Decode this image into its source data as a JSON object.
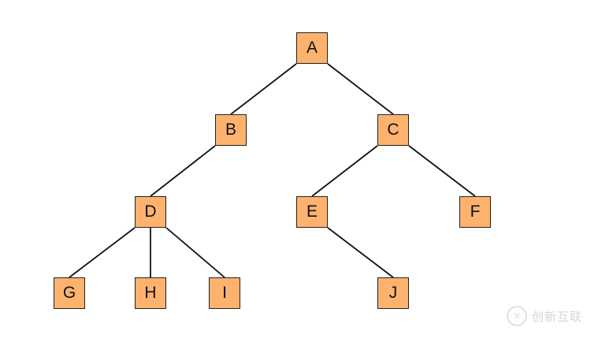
{
  "tree": {
    "node_fill": "#FDB26E",
    "node_border": "#222222",
    "nodes": [
      {
        "id": "A",
        "label": "A"
      },
      {
        "id": "B",
        "label": "B"
      },
      {
        "id": "C",
        "label": "C"
      },
      {
        "id": "D",
        "label": "D"
      },
      {
        "id": "E",
        "label": "E"
      },
      {
        "id": "F",
        "label": "F"
      },
      {
        "id": "G",
        "label": "G"
      },
      {
        "id": "H",
        "label": "H"
      },
      {
        "id": "I",
        "label": "I"
      },
      {
        "id": "J",
        "label": "J"
      }
    ],
    "edges": [
      [
        "A",
        "B"
      ],
      [
        "A",
        "C"
      ],
      [
        "B",
        "D"
      ],
      [
        "C",
        "E"
      ],
      [
        "C",
        "F"
      ],
      [
        "D",
        "G"
      ],
      [
        "D",
        "H"
      ],
      [
        "D",
        "I"
      ],
      [
        "E",
        "J"
      ]
    ]
  },
  "watermark": {
    "text": "创新互联",
    "logo_color": "#c9c9c9"
  }
}
